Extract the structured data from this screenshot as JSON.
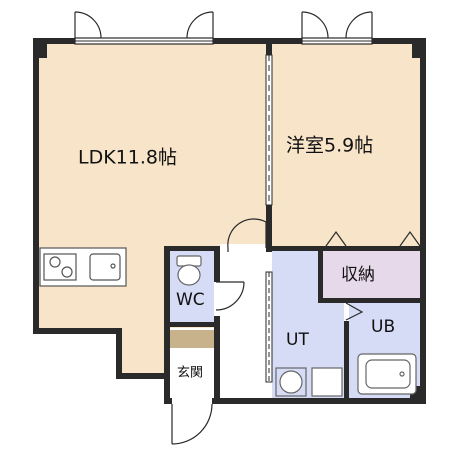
{
  "rooms": {
    "ldk": "LDK11.8帖",
    "western": "洋室5.9帖",
    "storage": "収納",
    "wc": "WC",
    "ut": "UT",
    "ub": "UB",
    "entrance": "玄関"
  },
  "colors": {
    "wall": "#2a2a2a",
    "room": "#f7e4c9",
    "wet": "#d6dcf5",
    "storage": "#e6d9ea",
    "entrance_mat": "#c8b28c",
    "fixture": "#777777"
  }
}
